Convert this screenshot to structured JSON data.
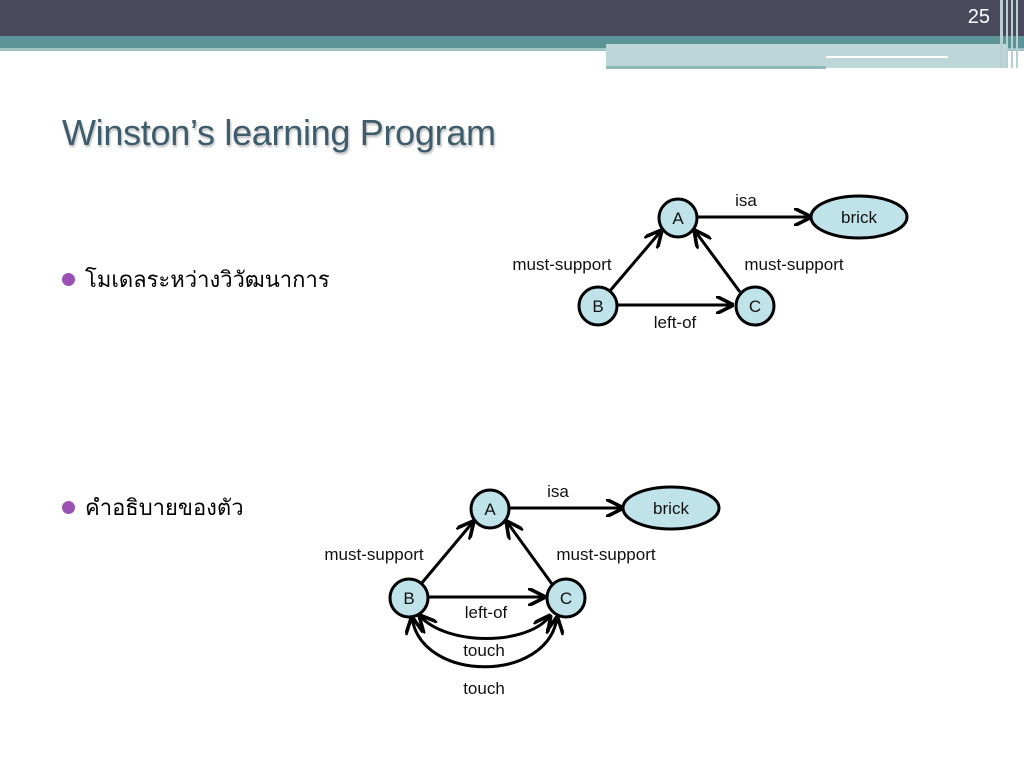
{
  "header": {
    "slide_number": "25"
  },
  "title": "Winston’s learning Program",
  "bullets": [
    {
      "text": "โมเดลระหว่างวิวัฒนาการ"
    },
    {
      "text": "คำอธิบายของตัว"
    }
  ],
  "diagram1": {
    "nodes": {
      "a": "A",
      "b": "B",
      "c": "C",
      "brick": "brick"
    },
    "edges": {
      "isa": "isa",
      "must_support_left": "must-support",
      "must_support_right": "must-support",
      "left_of": "left-of"
    }
  },
  "diagram2": {
    "nodes": {
      "a": "A",
      "b": "B",
      "c": "C",
      "brick": "brick"
    },
    "edges": {
      "isa": "isa",
      "must_support_left": "must-support",
      "must_support_right": "must-support",
      "left_of": "left-of",
      "touch_inner": "touch",
      "touch_outer": "touch"
    }
  },
  "colors": {
    "node_fill": "#bfe3e8",
    "header_dark": "#484a5c",
    "header_teal": "#5c9396",
    "title": "#3e5d6c",
    "bullet_dot": "#9b50b3"
  }
}
